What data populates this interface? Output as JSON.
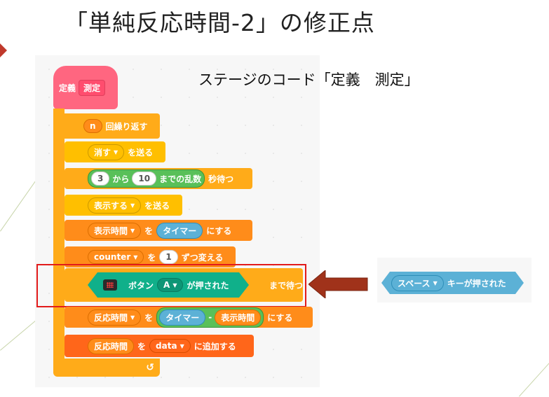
{
  "slide": {
    "title": "「単純反応時間-2」の修正点",
    "caption": "ステージのコード「定義　測定」"
  },
  "blocks": {
    "define": {
      "label": "定義",
      "name": "測定"
    },
    "repeat": {
      "count": "n",
      "label": "回繰り返す"
    },
    "broadcast1": {
      "value": "消す",
      "label": "を送る"
    },
    "wait_random": {
      "from": "3",
      "mid": "から",
      "to": "10",
      "label1": "までの乱数",
      "label2": "秒待つ"
    },
    "broadcast2": {
      "value": "表示する",
      "label": "を送る"
    },
    "set1": {
      "var": "表示時間",
      "mid": "を",
      "value": "タイマー",
      "label": "にする"
    },
    "change": {
      "var": "counter",
      "mid": "を",
      "value": "1",
      "label": "ずつ変える"
    },
    "wait_until": {
      "mb_label": "ボタン",
      "button": "A",
      "pressed": "が押された",
      "label": "まで待つ"
    },
    "set2": {
      "var": "反応時間",
      "mid": "を",
      "a": "タイマー",
      "op": "-",
      "b": "表示時間",
      "label": "にする"
    },
    "add": {
      "value": "反応時間",
      "mid": "を",
      "list": "data",
      "label": "に追加する"
    },
    "loop_arrow": "↺"
  },
  "replacement": {
    "key": "スペース",
    "label": "キーが押された"
  },
  "colors": {
    "accent_red": "#e21b1b",
    "arrow": "#a0321a",
    "control": "#ffab19",
    "variable": "#ff8c1a",
    "event": "#ffbf00",
    "operator": "#59c059",
    "sensing": "#5cb1d6",
    "microbit": "#10b08a",
    "define": "#ff6680"
  }
}
